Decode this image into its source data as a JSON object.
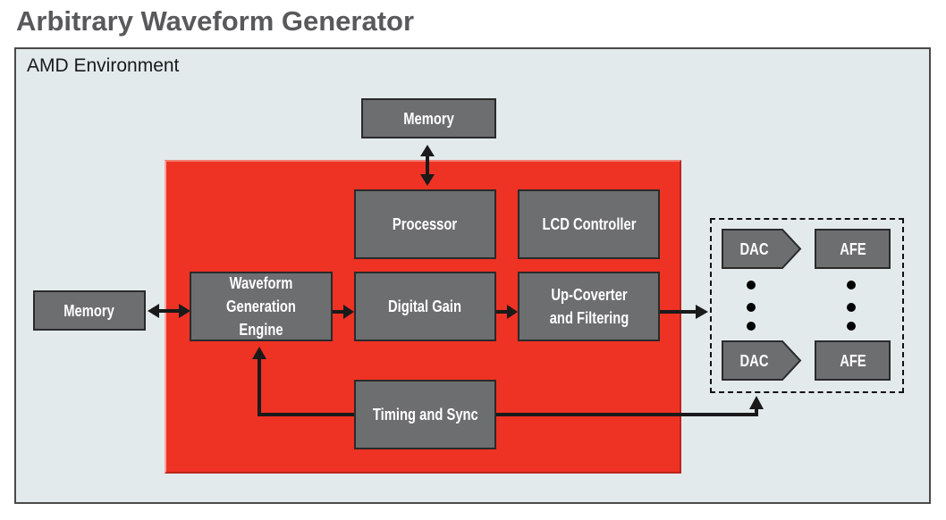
{
  "title": "Arbitrary Waveform Generator",
  "environment_label": "AMD Environment",
  "blocks": {
    "memory_top": "Memory",
    "memory_left": "Memory",
    "processor": "Processor",
    "lcd_controller": "LCD Controller",
    "waveform_engine": "Waveform\nGeneration Engine",
    "digital_gain": "Digital Gain",
    "upconverter": "Up-Coverter\nand Filtering",
    "timing_sync": "Timing and Sync",
    "dac_top": "DAC",
    "dac_bottom": "DAC",
    "afe_top": "AFE",
    "afe_bottom": "AFE"
  },
  "colors": {
    "fpga_region": "#ee3224",
    "block_fill": "#6d6e70",
    "environment_bg": "#e3eaec",
    "title": "#58595b"
  }
}
